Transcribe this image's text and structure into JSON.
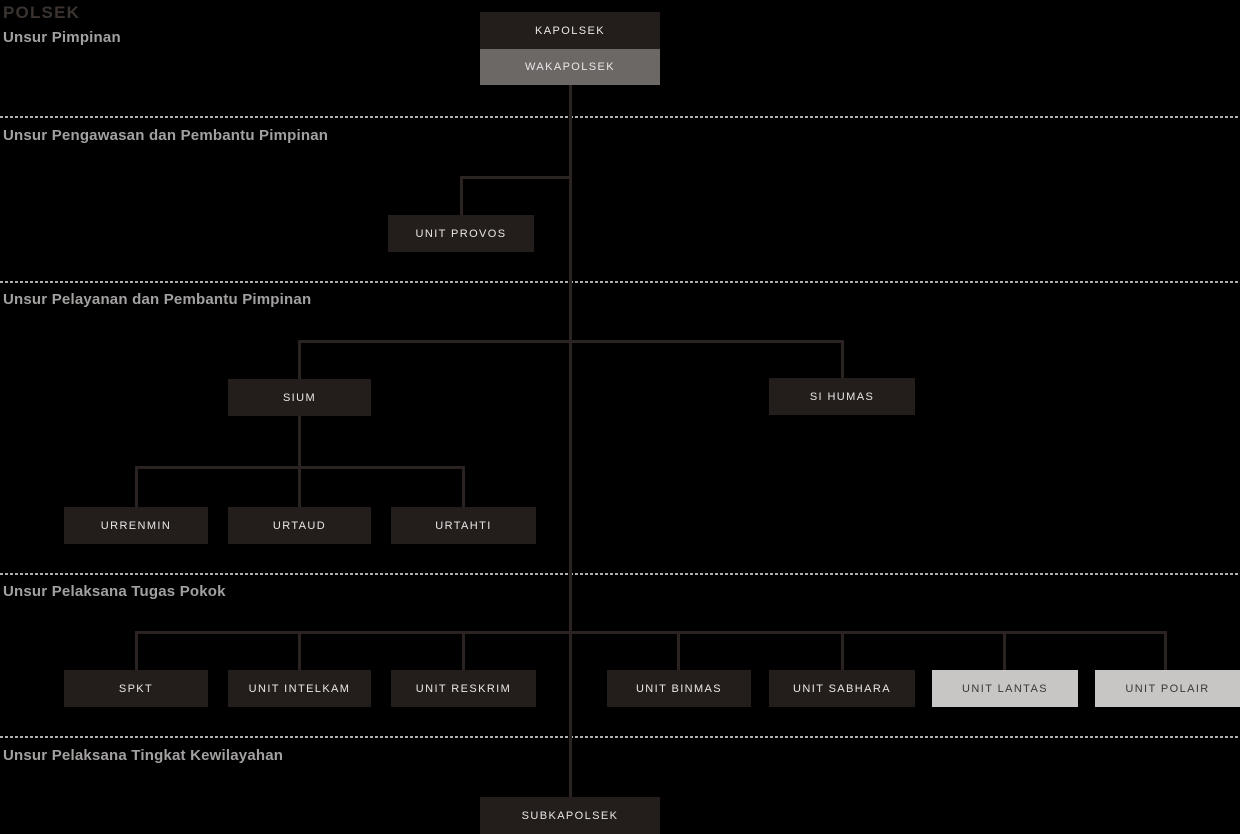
{
  "title": "POLSEK",
  "colors": {
    "background": "#000000",
    "node_dark": "#231d1b",
    "node_gray": "#6b6866",
    "node_light": "#c7c6c5",
    "node_text_light": "#eae8e7",
    "node_text_dark": "#3b3734",
    "connector": "#2a2321",
    "divider": "#b0b0b0",
    "section_label": "#a3a1a0",
    "title_text": "#3a332f"
  },
  "sections": [
    {
      "label": "Unsur Pimpinan",
      "nodes": [
        {
          "id": "kapolsek",
          "label": "KAPOLSEK",
          "style": "dark"
        },
        {
          "id": "wakapolsek",
          "label": "WAKAPOLSEK",
          "style": "gray"
        }
      ]
    },
    {
      "label": "Unsur Pengawasan dan Pembantu Pimpinan",
      "nodes": [
        {
          "id": "unit-provos",
          "label": "UNIT PROVOS",
          "style": "dark"
        }
      ]
    },
    {
      "label": "Unsur Pelayanan dan Pembantu Pimpinan",
      "nodes": [
        {
          "id": "sium",
          "label": "SIUM",
          "style": "dark"
        },
        {
          "id": "si-humas",
          "label": "SI HUMAS",
          "style": "dark"
        },
        {
          "id": "urrenmin",
          "label": "URRENMIN",
          "style": "dark"
        },
        {
          "id": "urtaud",
          "label": "URTAUD",
          "style": "dark"
        },
        {
          "id": "urtahti",
          "label": "URTAHTI",
          "style": "dark"
        }
      ]
    },
    {
      "label": "Unsur Pelaksana Tugas Pokok",
      "nodes": [
        {
          "id": "spkt",
          "label": "SPKT",
          "style": "dark"
        },
        {
          "id": "unit-intelkam",
          "label": "UNIT INTELKAM",
          "style": "dark"
        },
        {
          "id": "unit-reskrim",
          "label": "UNIT RESKRIM",
          "style": "dark"
        },
        {
          "id": "unit-binmas",
          "label": "UNIT BINMAS",
          "style": "dark"
        },
        {
          "id": "unit-sabhara",
          "label": "UNIT SABHARA",
          "style": "dark"
        },
        {
          "id": "unit-lantas",
          "label": "UNIT LANTAS",
          "style": "light"
        },
        {
          "id": "unit-polair",
          "label": "UNIT POLAIR",
          "style": "light"
        }
      ]
    },
    {
      "label": "Unsur Pelaksana Tingkat Kewilayahan",
      "nodes": [
        {
          "id": "subkapolsek",
          "label": "SUBKAPOLSEK",
          "style": "dark"
        }
      ]
    }
  ],
  "hierarchy": [
    {
      "parent": "KAPOLSEK",
      "children": [
        "WAKAPOLSEK"
      ]
    },
    {
      "parent": "WAKAPOLSEK",
      "children": [
        "UNIT PROVOS",
        "SIUM",
        "SI HUMAS",
        "SPKT",
        "UNIT INTELKAM",
        "UNIT RESKRIM",
        "UNIT BINMAS",
        "UNIT SABHARA",
        "UNIT LANTAS",
        "UNIT POLAIR",
        "SUBKAPOLSEK"
      ]
    },
    {
      "parent": "SIUM",
      "children": [
        "URRENMIN",
        "URTAUD",
        "URTAHTI"
      ]
    }
  ]
}
